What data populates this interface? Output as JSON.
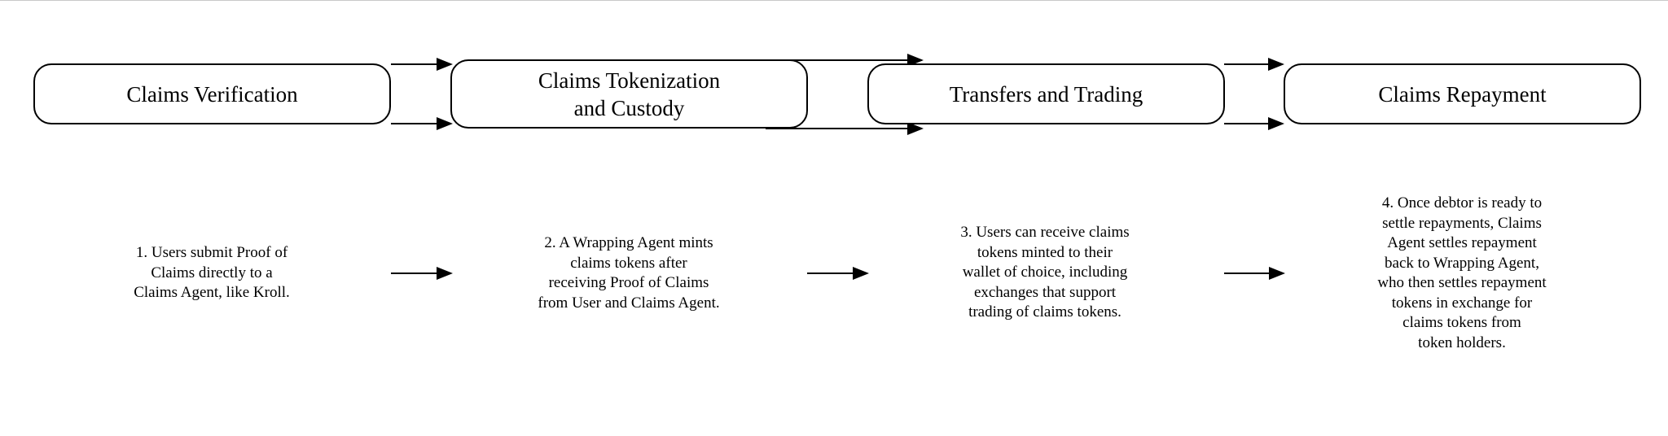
{
  "stages": [
    {
      "title": "Claims Verification"
    },
    {
      "title_lines": [
        "Claims Tokenization",
        "and Custody"
      ]
    },
    {
      "title": "Transfers and Trading"
    },
    {
      "title": "Claims Repayment"
    }
  ],
  "steps": [
    {
      "lines": [
        "1. Users submit Proof of",
        "Claims directly to a",
        "Claims Agent, like Kroll."
      ]
    },
    {
      "lines": [
        "2. A Wrapping Agent mints",
        "claims tokens after",
        "receiving Proof of Claims",
        "from User and Claims Agent."
      ]
    },
    {
      "lines": [
        "3. Users can receive claims",
        "tokens minted to their",
        "wallet of choice, including",
        "exchanges that support",
        "trading of claims tokens."
      ]
    },
    {
      "lines": [
        "4. Once debtor is ready to",
        "settle repayments, Claims",
        "Agent settles repayment",
        "back to Wrapping Agent,",
        "who then settles repayment",
        "tokens in exchange for",
        "claims tokens from",
        "token holders."
      ]
    }
  ],
  "colors": {
    "stroke": "#000000",
    "background": "#ffffff"
  }
}
